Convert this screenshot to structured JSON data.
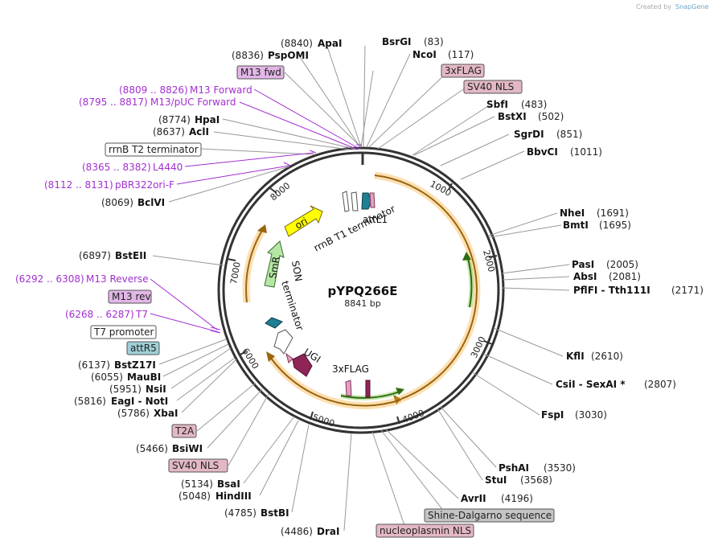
{
  "credit": {
    "text": "Created by",
    "brand": "SnapGene"
  },
  "plasmid": {
    "name": "pYPQ266E",
    "size": "8841 bp"
  },
  "ticks": [
    "1000",
    "2000",
    "3000",
    "4000",
    "5000",
    "6000",
    "7000",
    "8000"
  ],
  "enzymes": [
    {
      "pos": "(8840)",
      "name": "ApaI"
    },
    {
      "pos": "(8836)",
      "name": "PspOMI"
    },
    {
      "pos": "(8774)",
      "name": "HpaI"
    },
    {
      "pos": "(8637)",
      "name": "AclI"
    },
    {
      "pos": "(8069)",
      "name": "BclVI"
    },
    {
      "pos": "(6897)",
      "name": "BstEII"
    },
    {
      "pos": "(6137)",
      "name": "BstZ17I"
    },
    {
      "pos": "(6055)",
      "name": "MauBI"
    },
    {
      "pos": "(5951)",
      "name": "NsiI"
    },
    {
      "pos": "(5816)",
      "name": "EagI - NotI"
    },
    {
      "pos": "(5786)",
      "name": "XbaI"
    },
    {
      "pos": "(5466)",
      "name": "BsiWI"
    },
    {
      "pos": "(5134)",
      "name": "BsaI"
    },
    {
      "pos": "(5048)",
      "name": "HindIII"
    },
    {
      "pos": "(4785)",
      "name": "BstBI"
    },
    {
      "pos": "(4486)",
      "name": "DraI"
    },
    {
      "pos": "(83)",
      "name": "BsrGI"
    },
    {
      "pos": "(117)",
      "name": "NcoI"
    },
    {
      "pos": "(483)",
      "name": "SbfI"
    },
    {
      "pos": "(502)",
      "name": "BstXI"
    },
    {
      "pos": "(851)",
      "name": "SgrDI"
    },
    {
      "pos": "(1011)",
      "name": "BbvCI"
    },
    {
      "pos": "(1691)",
      "name": "NheI"
    },
    {
      "pos": "(1695)",
      "name": "BmtI"
    },
    {
      "pos": "(2005)",
      "name": "PasI"
    },
    {
      "pos": "(2081)",
      "name": "AbsI"
    },
    {
      "pos": "(2171)",
      "name": "PflFI - Tth111I"
    },
    {
      "pos": "(2610)",
      "name": "KflI"
    },
    {
      "pos": "(2807)",
      "name": "CsiI - SexAI *"
    },
    {
      "pos": "(3030)",
      "name": "FspI"
    },
    {
      "pos": "(3530)",
      "name": "PshAI"
    },
    {
      "pos": "(3568)",
      "name": "StuI"
    },
    {
      "pos": "(4196)",
      "name": "AvrII"
    }
  ],
  "primers": [
    {
      "range": "(8809 .. 8826)",
      "name": "M13 Forward"
    },
    {
      "range": "(8795 .. 8817)",
      "name": "M13/pUC Forward"
    },
    {
      "range": "(8365 .. 8382)",
      "name": "L4440"
    },
    {
      "range": "(8112 .. 8131)",
      "name": "pBR322ori-F"
    },
    {
      "range": "(6292 .. 6308)",
      "name": "M13 Reverse"
    },
    {
      "range": "(6268 .. 6287)",
      "name": "T7"
    }
  ],
  "boxes": [
    {
      "text": "M13 fwd",
      "color": "#e2b6e6"
    },
    {
      "text": "rrnB T2 terminator",
      "color": "#ffffff"
    },
    {
      "text": "M13 rev",
      "color": "#e2b6e6"
    },
    {
      "text": "T7 promoter",
      "color": "#ffffff"
    },
    {
      "text": "attR5",
      "color": "#9fcfd6"
    },
    {
      "text": "T2A",
      "color": "#e3b8c4"
    },
    {
      "text": "SV40 NLS",
      "color": "#e3b8c4"
    },
    {
      "text": "3xFLAG",
      "color": "#e3b8c4"
    },
    {
      "text": "SV40 NLS",
      "color": "#e3b8c4"
    },
    {
      "text": "Shine-Dalgarno sequence",
      "color": "#c4c4c4"
    },
    {
      "text": "nucleoplasmin NLS",
      "color": "#e3b8c4"
    }
  ],
  "inner_features": {
    "attL1": "attL1",
    "rrnB_T1": "rrnB T1 terminator",
    "ori": "ori",
    "SmR": "SmR",
    "SON": "SON",
    "terminator": "terminator",
    "UGI": "UGI",
    "flag": "3xFLAG"
  },
  "colors": {
    "orange": "#f5a623",
    "green": "#7ac943",
    "primer": "#a22fd0",
    "ori": "#ffff00",
    "smr": "#b5e6a3",
    "attl1": "#9fcfd6",
    "ugi": "#8f2557",
    "teal": "#1f7f93"
  }
}
